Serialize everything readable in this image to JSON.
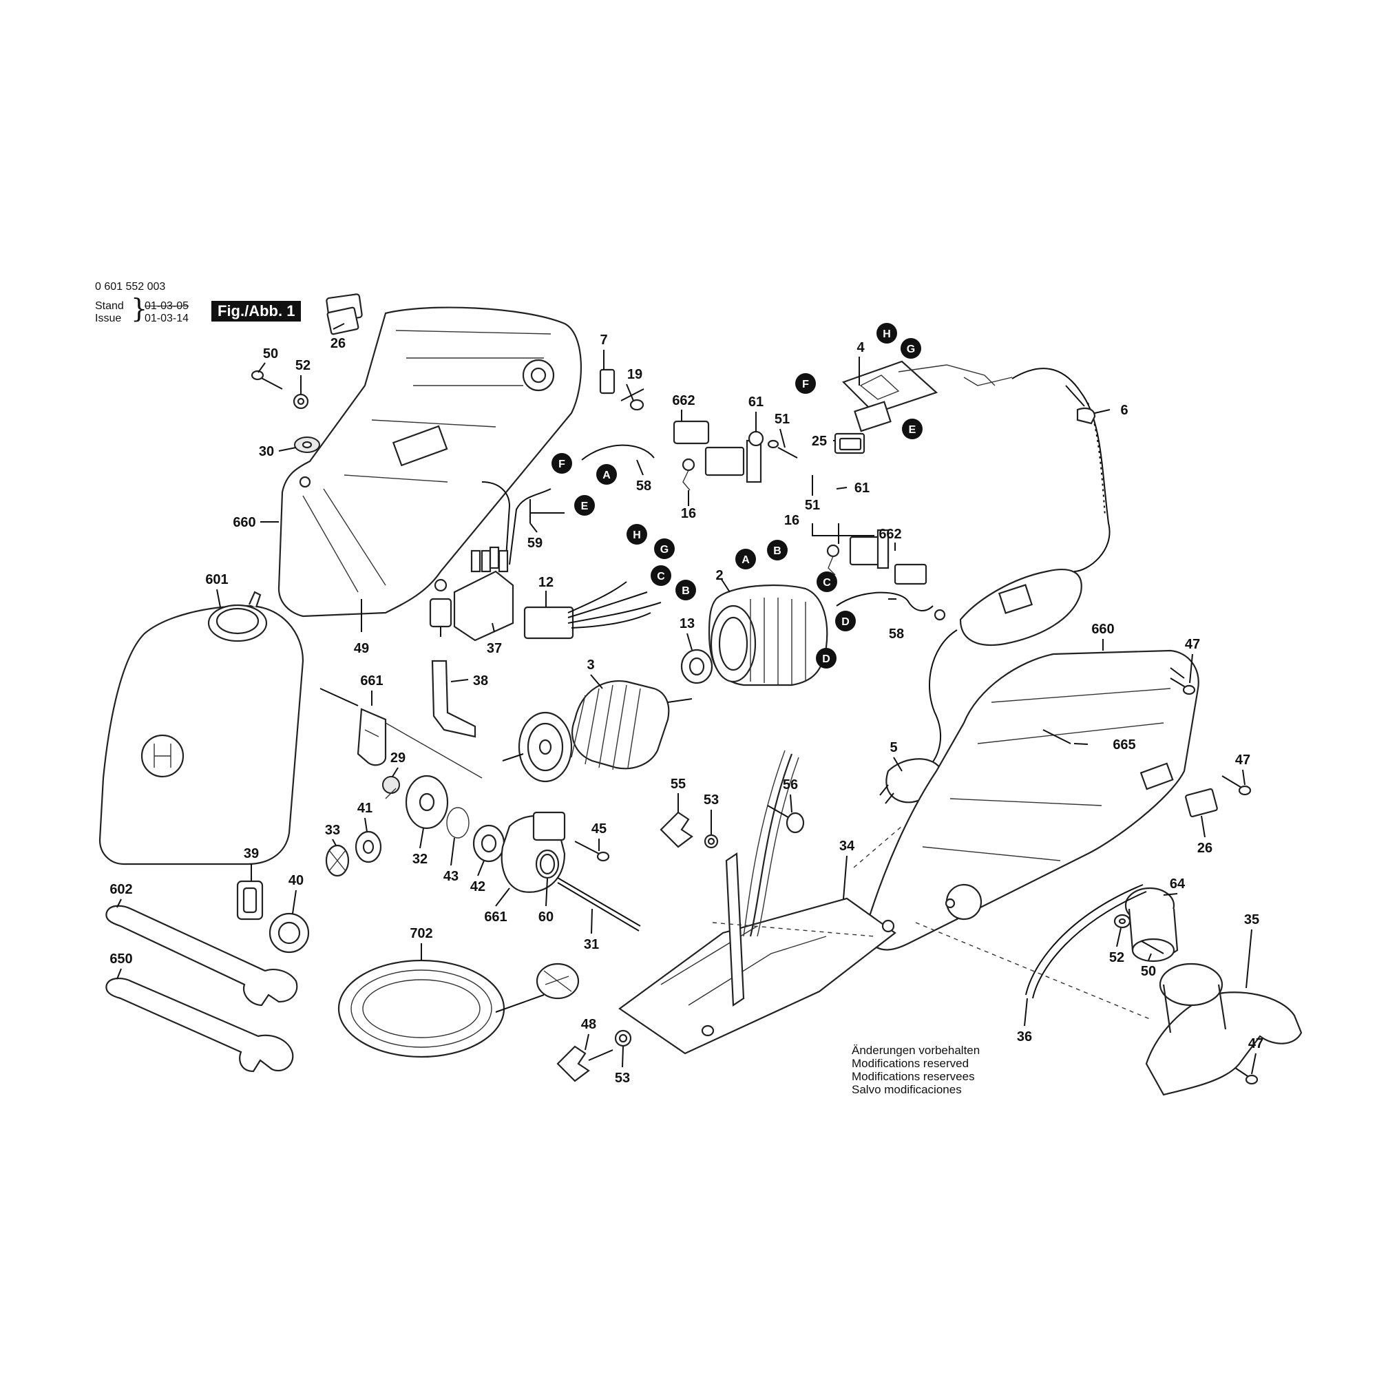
{
  "header": {
    "doc_number": "0 601 552 003",
    "stand_label": "Stand",
    "stand_date": "01-03-05",
    "issue_label": "Issue",
    "issue_date": "01-03-14",
    "figure_label": "Fig./Abb. 1"
  },
  "notes": [
    "Änderungen vorbehalten",
    "Modifications reserved",
    "Modifications reservees",
    "Salvo modificaciones"
  ],
  "callouts": [
    {
      "label": "50"
    },
    {
      "label": "52"
    },
    {
      "label": "26"
    },
    {
      "label": "30"
    },
    {
      "label": "660"
    },
    {
      "label": "7"
    },
    {
      "label": "19"
    },
    {
      "label": "662"
    },
    {
      "label": "61"
    },
    {
      "label": "51"
    },
    {
      "label": "4"
    },
    {
      "label": "6"
    },
    {
      "label": "25"
    },
    {
      "label": "58"
    },
    {
      "label": "16"
    },
    {
      "label": "51"
    },
    {
      "label": "61"
    },
    {
      "label": "59"
    },
    {
      "label": "16"
    },
    {
      "label": "662"
    },
    {
      "label": "12"
    },
    {
      "label": "2"
    },
    {
      "label": "58"
    },
    {
      "label": "601"
    },
    {
      "label": "49"
    },
    {
      "label": "37"
    },
    {
      "label": "38"
    },
    {
      "label": "13"
    },
    {
      "label": "3"
    },
    {
      "label": "660"
    },
    {
      "label": "47"
    },
    {
      "label": "661"
    },
    {
      "label": "665"
    },
    {
      "label": "47"
    },
    {
      "label": "5"
    },
    {
      "label": "29"
    },
    {
      "label": "55"
    },
    {
      "label": "53"
    },
    {
      "label": "56"
    },
    {
      "label": "41"
    },
    {
      "label": "33"
    },
    {
      "label": "32"
    },
    {
      "label": "43"
    },
    {
      "label": "42"
    },
    {
      "label": "45"
    },
    {
      "label": "34"
    },
    {
      "label": "64"
    },
    {
      "label": "26"
    },
    {
      "label": "39"
    },
    {
      "label": "40"
    },
    {
      "label": "602"
    },
    {
      "label": "661"
    },
    {
      "label": "60"
    },
    {
      "label": "31"
    },
    {
      "label": "702"
    },
    {
      "label": "35"
    },
    {
      "label": "52"
    },
    {
      "label": "50"
    },
    {
      "label": "650"
    },
    {
      "label": "48"
    },
    {
      "label": "53"
    },
    {
      "label": "36"
    },
    {
      "label": "47"
    }
  ],
  "connectors": [
    {
      "letter": "H"
    },
    {
      "letter": "G"
    },
    {
      "letter": "F"
    },
    {
      "letter": "E"
    },
    {
      "letter": "F"
    },
    {
      "letter": "A"
    },
    {
      "letter": "E"
    },
    {
      "letter": "H"
    },
    {
      "letter": "G"
    },
    {
      "letter": "C"
    },
    {
      "letter": "B"
    },
    {
      "letter": "A"
    },
    {
      "letter": "B"
    },
    {
      "letter": "C"
    },
    {
      "letter": "D"
    },
    {
      "letter": "D"
    }
  ]
}
